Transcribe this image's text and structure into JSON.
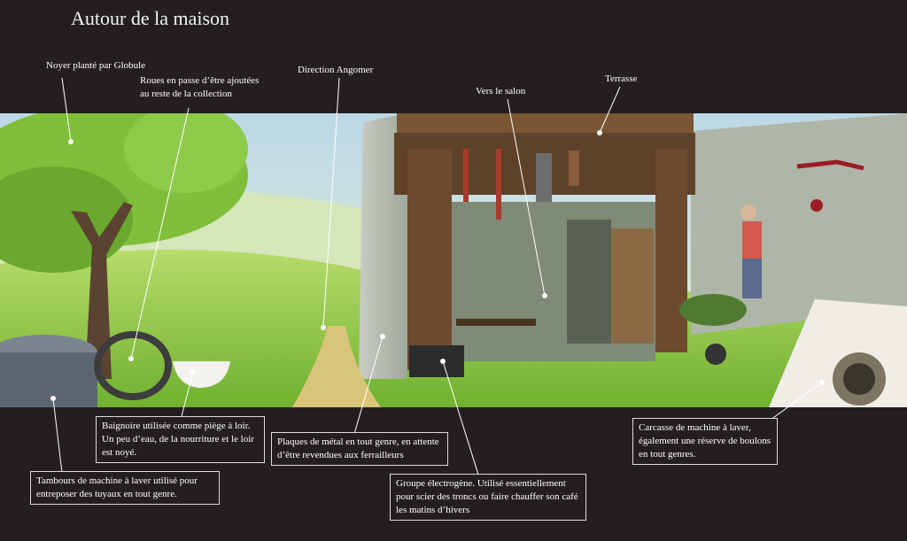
{
  "title": "Autour de la maison",
  "labels": {
    "noyer": "Noyer planté par Globule",
    "roues_line1": "Roues en passe d’être ajoutées",
    "roues_line2": "au reste de la collection",
    "direction": "Direction Angomer",
    "salon": "Vers le salon",
    "terrasse": "Terrasse"
  },
  "boxes": {
    "baignoire": "Baignoire utilisée comme piège à loir. Un peu d’eau, de la nourriture et le loir est noyé.",
    "tambours": "Tambours de machine à laver utilisé pour entreposer des tuyaux en tout genre.",
    "plaques": "Plaques de métal en tout genre, en attente d’être revendues aux ferrailleurs",
    "groupe": "Groupe électrogène. Utilisé essentiellement pour scier des troncs ou faire chauffer son café les matins d’hivers",
    "carcasse": "Carcasse de machine à laver, également une réserve de boulons en tout genres."
  },
  "colors": {
    "background": "#231f20",
    "text": "#ffffff",
    "grass": "#8cc63f",
    "sky": "#cfe3ea",
    "wood": "#6b4a2e"
  }
}
